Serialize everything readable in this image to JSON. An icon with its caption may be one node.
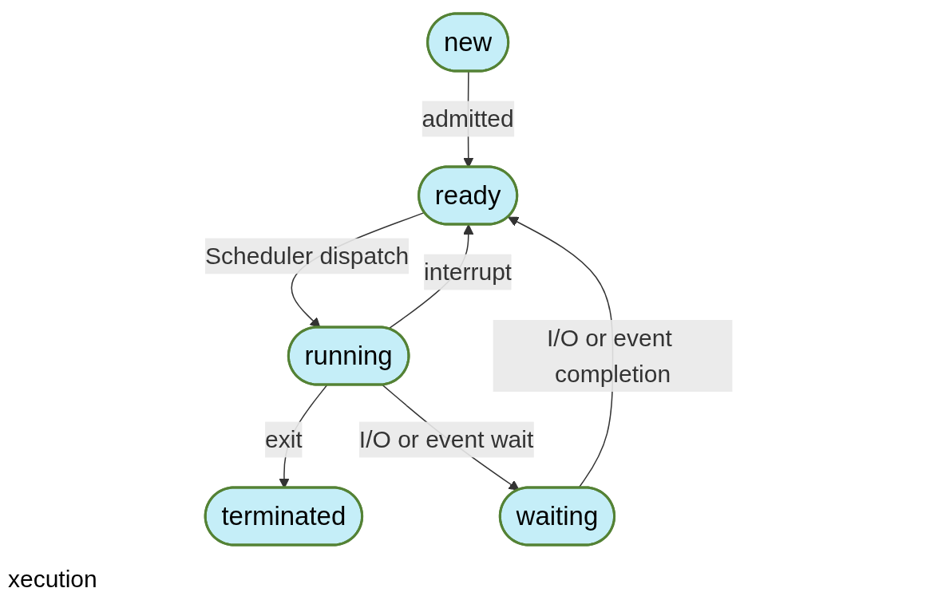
{
  "diagram": {
    "nodes": [
      {
        "text": [
          "new"
        ]
      },
      {
        "text": [
          "terminated"
        ]
      },
      {
        "text": [
          "ready"
        ]
      },
      {
        "text": [
          "running"
        ]
      },
      {
        "text": [
          "waiting"
        ]
      }
    ],
    "edges": [
      {
        "from": 0,
        "to": 2,
        "arrow": "to",
        "label": "admitted"
      },
      {
        "from": 2,
        "to": 3,
        "arrow": "to",
        "label": "Scheduler dispatch"
      },
      {
        "from": 3,
        "to": 2,
        "arrow": "to",
        "label": "interrupt"
      },
      {
        "from": 3,
        "to": 1,
        "arrow": "to",
        "label": "exit"
      },
      {
        "from": 3,
        "to": 4,
        "arrow": "to",
        "label": "I/O or event wait"
      },
      {
        "from": 4,
        "to": 2,
        "arrow": "to",
        "label": "I/O or event completion"
      }
    ],
    "labels": [
      "xecution"
    ]
  }
}
